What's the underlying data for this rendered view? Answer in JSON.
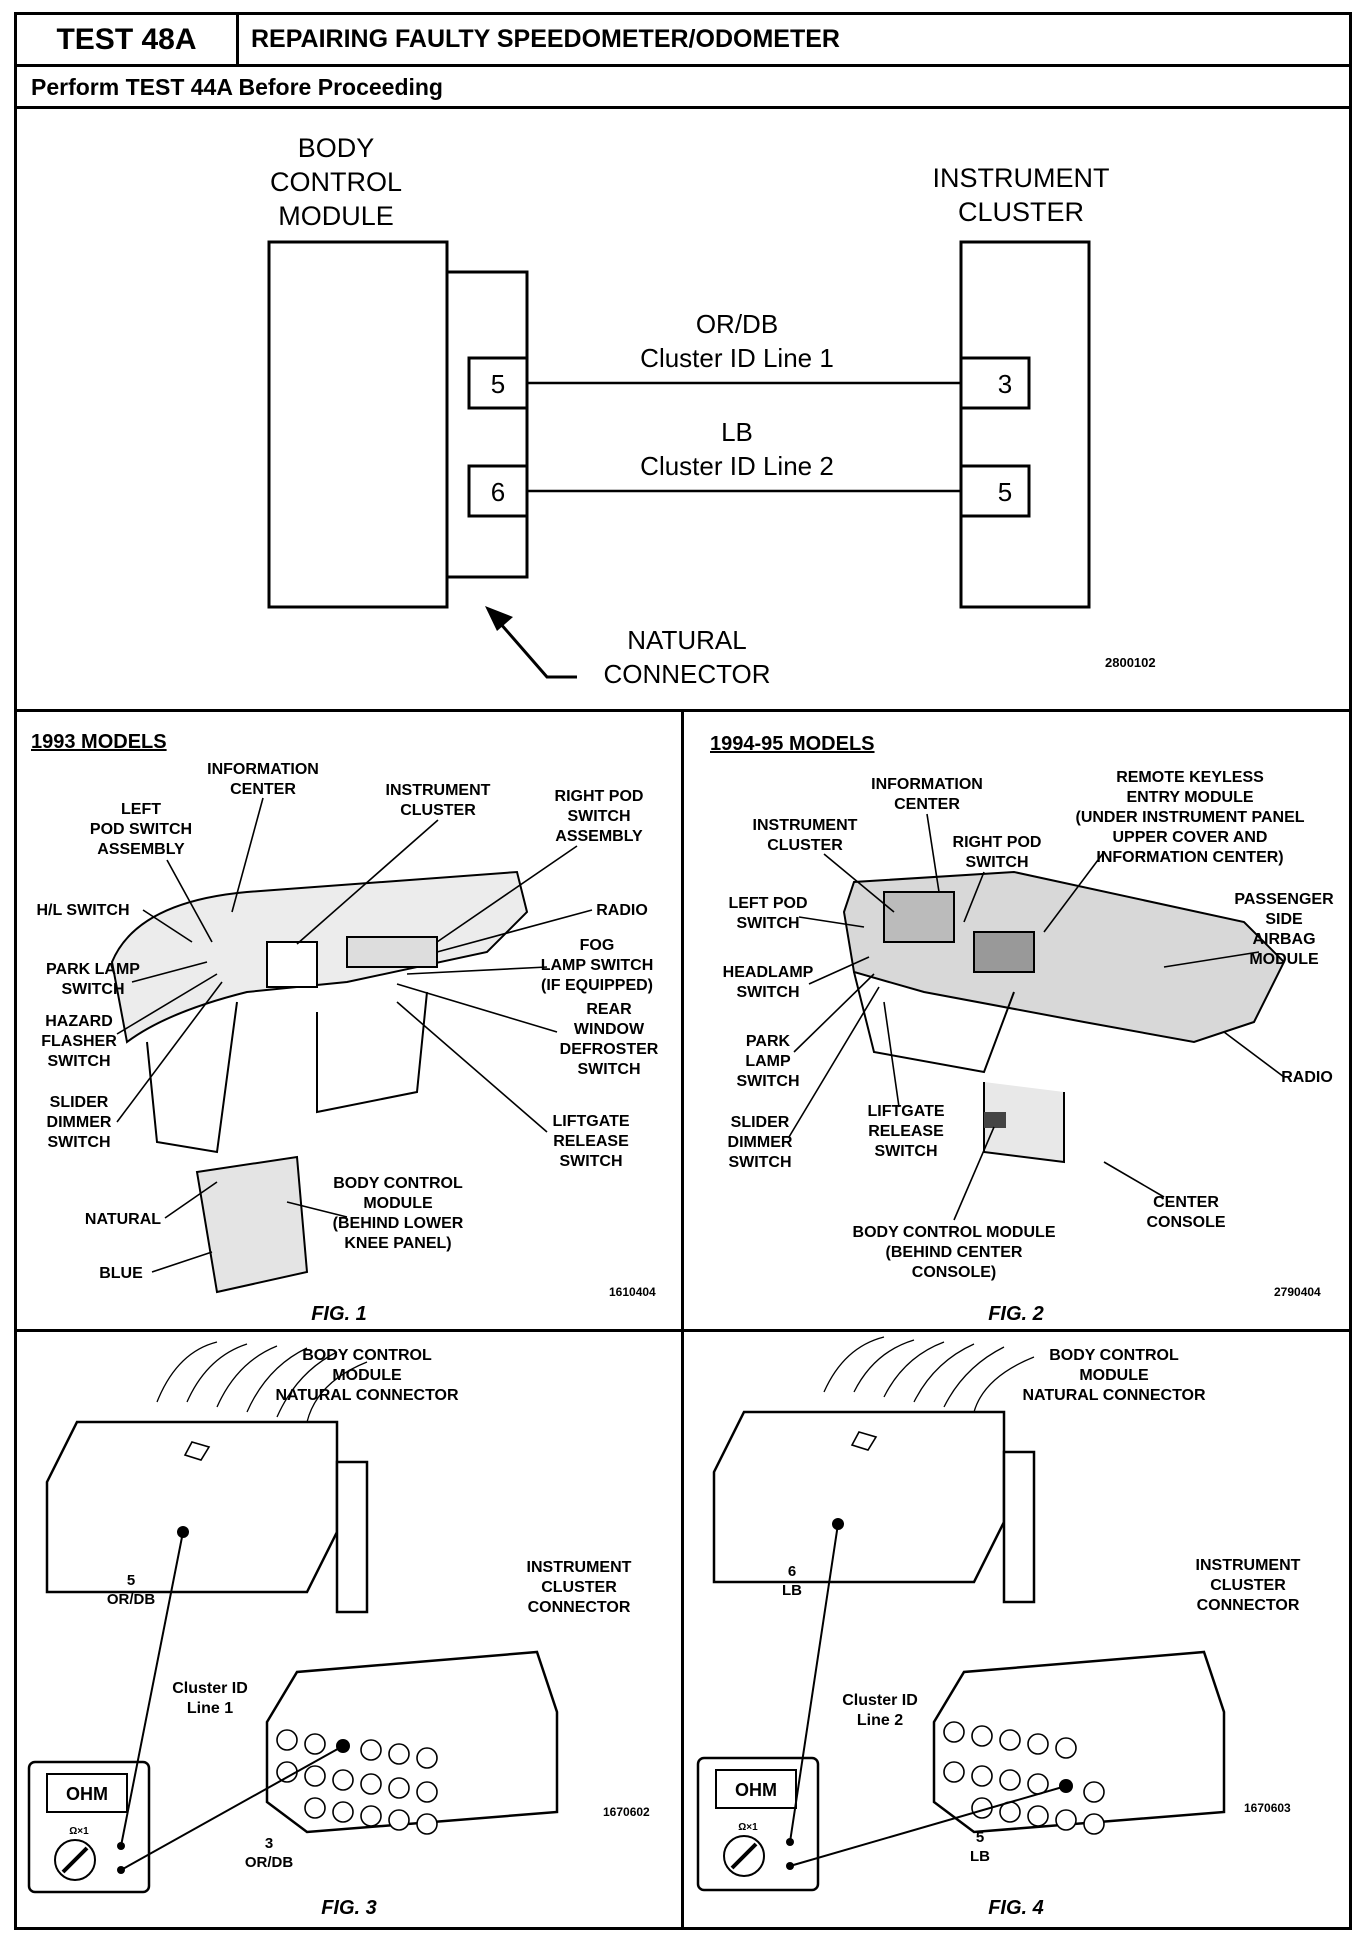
{
  "header": {
    "test_label": "TEST 48A",
    "title": "REPAIRING FAULTY SPEEDOMETER/ODOMETER",
    "subheader": "Perform TEST 44A Before Proceeding"
  },
  "schematic": {
    "left_module": [
      "BODY",
      "CONTROL",
      "MODULE"
    ],
    "right_module": [
      "INSTRUMENT",
      "CLUSTER"
    ],
    "line1_color": "OR/DB",
    "line1_name": "Cluster ID Line 1",
    "line2_color": "LB",
    "line2_name": "Cluster ID Line 2",
    "left_pin1": "5",
    "left_pin2": "6",
    "right_pin1": "3",
    "right_pin2": "5",
    "connector_label": [
      "NATURAL",
      "CONNECTOR"
    ],
    "ref_number": "2800102"
  },
  "fig1": {
    "heading": "1993 MODELS",
    "caption": "FIG. 1",
    "ref_number": "1610404",
    "labels": {
      "info_center": [
        "INFORMATION",
        "CENTER"
      ],
      "left_pod": [
        "LEFT",
        "POD SWITCH",
        "ASSEMBLY"
      ],
      "instrument_cluster": [
        "INSTRUMENT",
        "CLUSTER"
      ],
      "right_pod": [
        "RIGHT POD",
        "SWITCH",
        "ASSEMBLY"
      ],
      "hl_switch": "H/L SWITCH",
      "radio": "RADIO",
      "park_lamp": [
        "PARK LAMP",
        "SWITCH"
      ],
      "fog_lamp": [
        "FOG",
        "LAMP SWITCH",
        "(IF EQUIPPED)"
      ],
      "hazard": [
        "HAZARD",
        "FLASHER",
        "SWITCH"
      ],
      "rear_window": [
        "REAR",
        "WINDOW",
        "DEFROSTER",
        "SWITCH"
      ],
      "slider": [
        "SLIDER",
        "DIMMER",
        "SWITCH"
      ],
      "liftgate": [
        "LIFTGATE",
        "RELEASE",
        "SWITCH"
      ],
      "natural": "NATURAL",
      "bcm": [
        "BODY CONTROL",
        "MODULE",
        "(BEHIND LOWER",
        "KNEE PANEL)"
      ],
      "blue": "BLUE"
    }
  },
  "fig2": {
    "heading": "1994-95 MODELS",
    "caption": "FIG. 2",
    "ref_number": "2790404",
    "labels": {
      "info_center": [
        "INFORMATION",
        "CENTER"
      ],
      "rke": [
        "REMOTE KEYLESS",
        "ENTRY MODULE",
        "(UNDER INSTRUMENT PANEL",
        "UPPER COVER AND",
        "INFORMATION CENTER)"
      ],
      "instrument_cluster": [
        "INSTRUMENT",
        "CLUSTER"
      ],
      "right_pod": [
        "RIGHT POD",
        "SWITCH"
      ],
      "left_pod": [
        "LEFT POD",
        "SWITCH"
      ],
      "passenger_airbag": [
        "PASSENGER",
        "SIDE",
        "AIRBAG",
        "MODULE"
      ],
      "headlamp": [
        "HEADLAMP",
        "SWITCH"
      ],
      "park_lamp": [
        "PARK",
        "LAMP",
        "SWITCH"
      ],
      "radio": "RADIO",
      "liftgate": [
        "LIFTGATE",
        "RELEASE",
        "SWITCH"
      ],
      "slider": [
        "SLIDER",
        "DIMMER",
        "SWITCH"
      ],
      "center_console": [
        "CENTER",
        "CONSOLE"
      ],
      "bcm": [
        "BODY CONTROL MODULE",
        "(BEHIND CENTER",
        "CONSOLE)"
      ]
    }
  },
  "fig3": {
    "caption": "FIG. 3",
    "ref_number": "1670602",
    "bcm_label": [
      "BODY CONTROL",
      "MODULE",
      "NATURAL CONNECTOR"
    ],
    "ic_label": [
      "INSTRUMENT",
      "CLUSTER",
      "CONNECTOR"
    ],
    "pin_bcm": [
      "5",
      "OR/DB"
    ],
    "pin_ic": [
      "3",
      "OR/DB"
    ],
    "line_label": [
      "Cluster ID",
      "Line 1"
    ],
    "meter_display": "OHM",
    "meter_range": "Ω×1"
  },
  "fig4": {
    "caption": "FIG. 4",
    "ref_number": "1670603",
    "bcm_label": [
      "BODY CONTROL",
      "MODULE",
      "NATURAL CONNECTOR"
    ],
    "ic_label": [
      "INSTRUMENT",
      "CLUSTER",
      "CONNECTOR"
    ],
    "pin_bcm": [
      "6",
      "LB"
    ],
    "pin_ic": [
      "5",
      "LB"
    ],
    "line_label": [
      "Cluster ID",
      "Line 2"
    ],
    "meter_display": "OHM",
    "meter_range": "Ω×1"
  }
}
